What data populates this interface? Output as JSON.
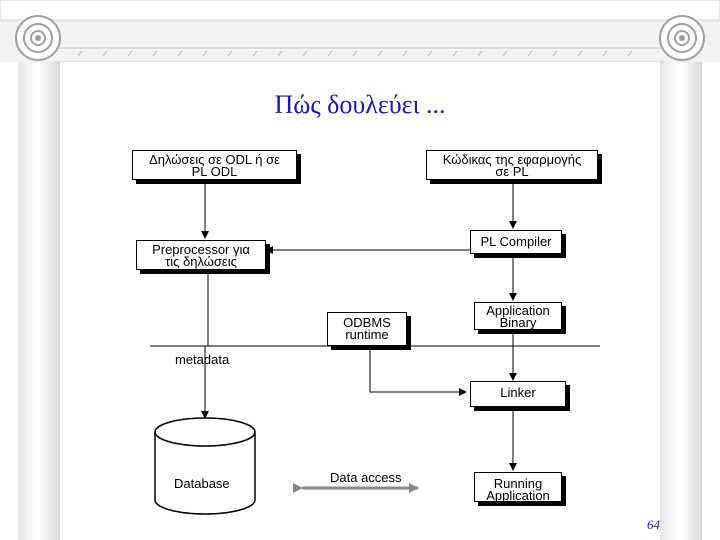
{
  "slide": {
    "title": "Πώς δουλεύει ...",
    "page_number": "64"
  },
  "diagram": {
    "odl_decl": [
      "Δηλώσεις σε ODL ή σε",
      "PL ODL"
    ],
    "app_code": [
      "Κώδικας της εφαρμογής",
      "σε PL"
    ],
    "preprocessor": [
      "Preprocessor για",
      "τις δηλώσεις"
    ],
    "pl_compiler": "PL Compiler",
    "odbms_runtime": [
      "ODBMS",
      "runtime"
    ],
    "app_binary": [
      "Application",
      "Binary"
    ],
    "metadata": "metadata",
    "linker": "Linker",
    "database": "Database",
    "data_access": "Data access",
    "running_app": [
      "Running",
      "Application"
    ]
  },
  "colors": {
    "title": "#1a1a9c",
    "frame": "#c8c8c8"
  }
}
